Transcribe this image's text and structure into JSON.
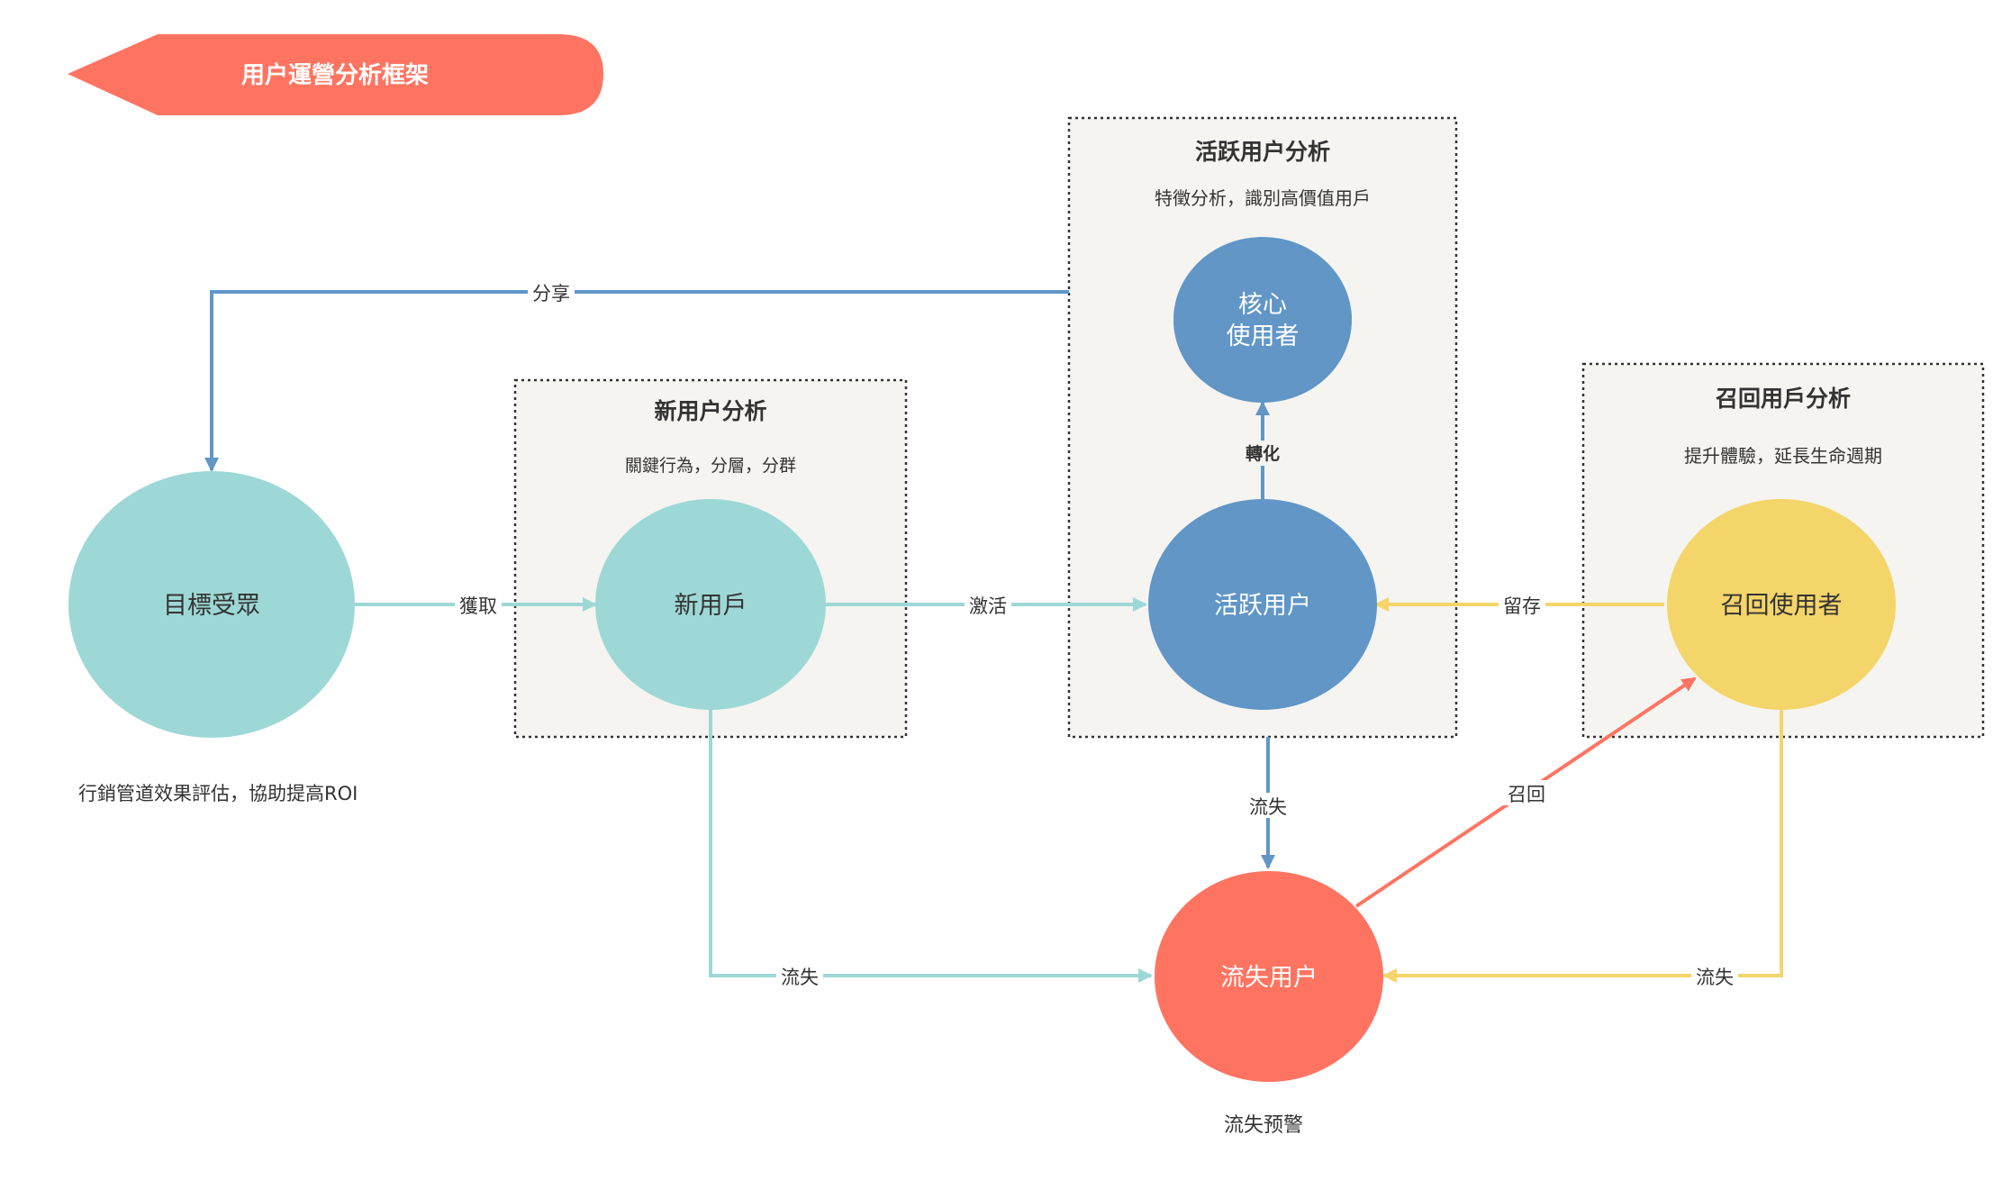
{
  "title": "用户運營分析框架",
  "colors": {
    "title_banner": "#ff7461",
    "teal": "#9dd8d6",
    "blue": "#6196c7",
    "yellow": "#f4d56a",
    "red": "#ff7461",
    "panel_fill": "#f5f4f1",
    "panel_border": "#333333",
    "text_dark": "#333333",
    "text_white": "#ffffff"
  },
  "panels": {
    "new_user": {
      "title": "新用户分析",
      "subtitle": "關鍵行為，分層，分群"
    },
    "active_user": {
      "title": "活跃用户分析",
      "subtitle": "特徵分析，識別高價值用戶"
    },
    "recall_user": {
      "title": "召回用戶分析",
      "subtitle": "提升體驗，延長生命週期"
    }
  },
  "nodes": {
    "target": {
      "label": "目標受眾",
      "caption": "行銷管道效果評估，協助提高ROI"
    },
    "new_user": {
      "label": "新用戶"
    },
    "active_user": {
      "label": "活跃用户"
    },
    "core_user": {
      "label_line1": "核心",
      "label_line2": "使用者"
    },
    "recall_user": {
      "label": "召回使用者"
    },
    "churn_user": {
      "label": "流失用户",
      "caption": "流失预警"
    }
  },
  "edges": {
    "share": "分享",
    "acquire": "獲取",
    "activate": "激活",
    "convert": "轉化",
    "retain": "留存",
    "churn_from_active": "流失",
    "churn_from_new": "流失",
    "recall": "召回",
    "churn_from_recall": "流失"
  }
}
